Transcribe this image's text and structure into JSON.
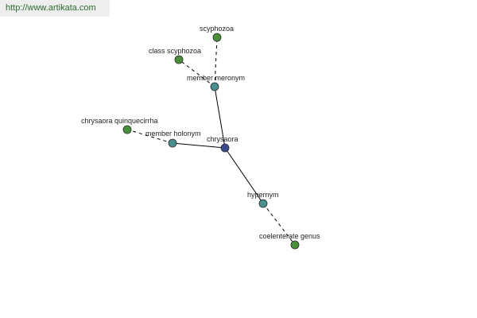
{
  "site_url": "http://www.artikata.com",
  "graph": {
    "nodes": [
      {
        "id": "chrysaora",
        "label": "chrysaora",
        "kind": "center"
      },
      {
        "id": "member_meronym",
        "label": "member meronym",
        "kind": "relation"
      },
      {
        "id": "member_holonym",
        "label": "member holonym",
        "kind": "relation"
      },
      {
        "id": "hypernym",
        "label": "hypernym",
        "kind": "relation"
      },
      {
        "id": "scyphozoa",
        "label": "scyphozoa",
        "kind": "term"
      },
      {
        "id": "class_scyphozoa",
        "label": "class scyphozoa",
        "kind": "term"
      },
      {
        "id": "chrysaora_quinquecirrha",
        "label": "chrysaora quinquecirrha",
        "kind": "term"
      },
      {
        "id": "coelenterate_genus",
        "label": "coelenterate genus",
        "kind": "term"
      }
    ],
    "edges": [
      {
        "from": "chrysaora",
        "to": "member_meronym",
        "style": "solid"
      },
      {
        "from": "chrysaora",
        "to": "member_holonym",
        "style": "solid"
      },
      {
        "from": "chrysaora",
        "to": "hypernym",
        "style": "solid"
      },
      {
        "from": "member_meronym",
        "to": "scyphozoa",
        "style": "dashed"
      },
      {
        "from": "member_meronym",
        "to": "class_scyphozoa",
        "style": "dashed"
      },
      {
        "from": "member_holonym",
        "to": "chrysaora_quinquecirrha",
        "style": "dashed"
      },
      {
        "from": "hypernym",
        "to": "coelenterate_genus",
        "style": "dashed"
      }
    ]
  },
  "colors": {
    "center": "#3a4a8c",
    "relation": "#4a8f8f",
    "term": "#4a8f3a",
    "edge": "#000000",
    "url_text": "#2e6b2e",
    "url_bg": "#eeeeee"
  }
}
